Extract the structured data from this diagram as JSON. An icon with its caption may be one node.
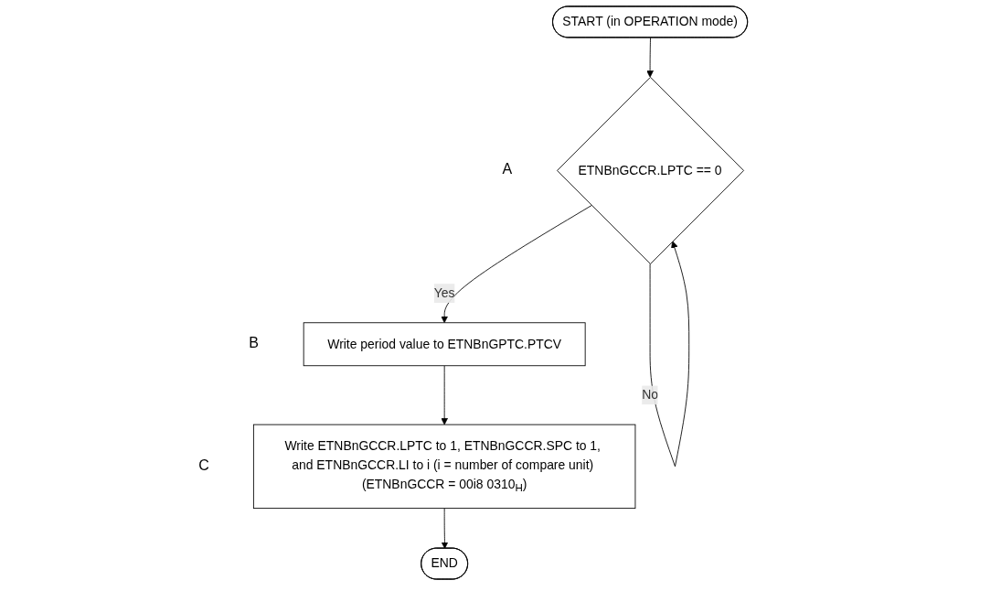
{
  "diagram": {
    "nodes": [
      {
        "text": [
          "START (in OPERATION mode)"
        ]
      },
      {
        "text": [
          "ETNBnGCCR.LPTC == 0"
        ],
        "beside": [
          "A"
        ]
      },
      {
        "text": [
          "Write period value to ETNBnGPTC.PTCV"
        ],
        "beside": [
          "B"
        ]
      },
      {
        "text": [
          "Write ETNBnGCCR.LPTC to 1, ETNBnGCCR.SPC to 1, and ETNBnGCCR.LI to i (i = number of compare unit) (ETNBnGCCR = 00i8 0310$_{H}$)"
        ],
        "beside": [
          "C"
        ]
      },
      {
        "text": [
          "END"
        ]
      }
    ],
    "edges": [
      {
        "from": 0,
        "to": 1,
        "arrow": "to"
      },
      {
        "from": 1,
        "to": 1,
        "arrow": "to",
        "label": "No"
      },
      {
        "from": 1,
        "to": 2,
        "arrow": "to",
        "label": "Yes"
      },
      {
        "from": 2,
        "to": 3,
        "arrow": "to"
      },
      {
        "from": 3,
        "to": 4,
        "arrow": "to"
      }
    ]
  }
}
